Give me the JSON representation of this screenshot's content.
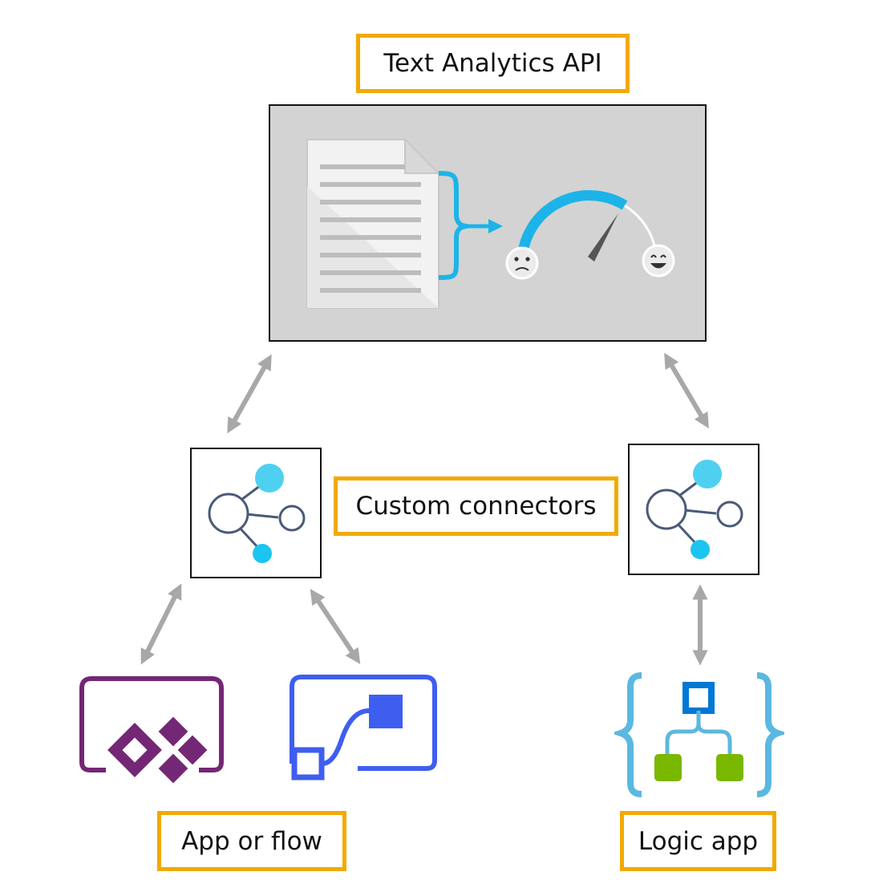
{
  "labels": {
    "api": "Text Analytics API",
    "connectors": "Custom connectors",
    "app_or_flow": "App or flow",
    "logic_app": "Logic app"
  },
  "icons": {
    "document": "document-icon",
    "brace": "brace-icon",
    "sentiment_gauge": "sentiment-gauge-icon",
    "sad_face": "sad-face-icon",
    "happy_face": "happy-face-icon",
    "connector": "custom-connector-icon",
    "power_apps": "power-apps-icon",
    "power_automate": "power-automate-icon",
    "logic_apps": "logic-apps-icon",
    "arrow": "bidirectional-arrow-icon"
  },
  "colors": {
    "label_border": "#f2a900",
    "panel_bg": "#d3d3d3",
    "accent_blue": "#1cb4e8",
    "connector_light": "#50d0f0",
    "connector_stroke": "#4a5a78",
    "power_apps": "#742774",
    "power_automate": "#3e5ef0",
    "logic_bracket": "#5bb8e0",
    "logic_top": "#0078d4",
    "logic_green": "#7ab800",
    "arrow_gray": "#a8a8a8"
  }
}
